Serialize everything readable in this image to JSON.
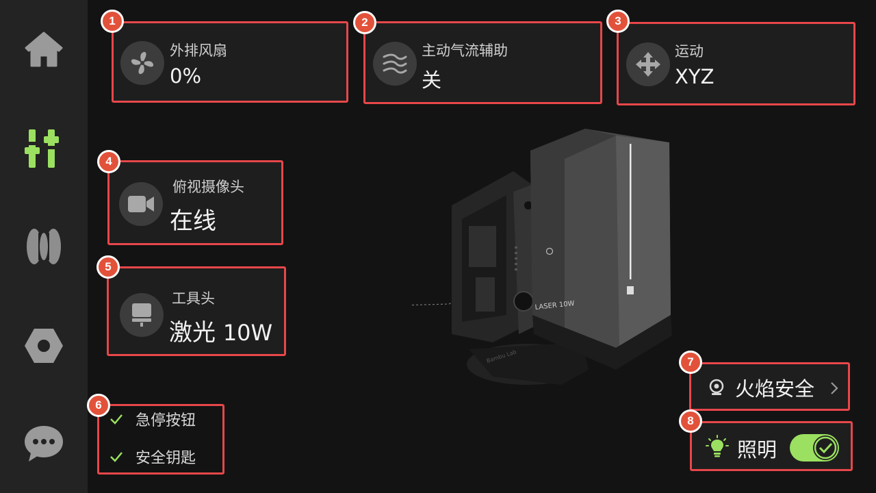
{
  "sidebar": {
    "items": [
      {
        "name": "home",
        "icon": "home-icon",
        "active": false
      },
      {
        "name": "controls",
        "icon": "sliders-icon",
        "active": true
      },
      {
        "name": "filament",
        "icon": "spool-icon",
        "active": false
      },
      {
        "name": "settings",
        "icon": "hex-nut-icon",
        "active": false
      },
      {
        "name": "messages",
        "icon": "chat-bubble-icon",
        "active": false
      }
    ]
  },
  "cards": {
    "exhaust_fan": {
      "badge": "1",
      "label": "外排风扇",
      "value": "0%",
      "icon": "fan-icon"
    },
    "air_assist": {
      "badge": "2",
      "label": "主动气流辅助",
      "value": "关",
      "icon": "airflow-icon"
    },
    "motion": {
      "badge": "3",
      "label": "运动",
      "value": "XYZ",
      "icon": "move-arrows-icon"
    },
    "camera": {
      "badge": "4",
      "label": "俯视摄像头",
      "value": "在线",
      "icon": "video-camera-icon"
    },
    "toolhead": {
      "badge": "5",
      "label": "工具头",
      "value_main": "激光",
      "value_suffix": "10W",
      "icon": "toolhead-icon"
    }
  },
  "checklist": {
    "badge": "6",
    "items": [
      {
        "label": "急停按钮",
        "checked": true
      },
      {
        "label": "安全钥匙",
        "checked": true
      }
    ]
  },
  "flame_safety": {
    "badge": "7",
    "label": "火焰安全",
    "icon": "flame-sensor-icon"
  },
  "lighting": {
    "badge": "8",
    "label": "照明",
    "on": true,
    "icon": "lightbulb-icon"
  },
  "device": {
    "brand_text": "LASER 10W",
    "base_text": "Bambu Lab"
  },
  "colors": {
    "accent_green": "#9be060",
    "highlight_red": "#e8474a",
    "badge_orange": "#e2523a"
  }
}
